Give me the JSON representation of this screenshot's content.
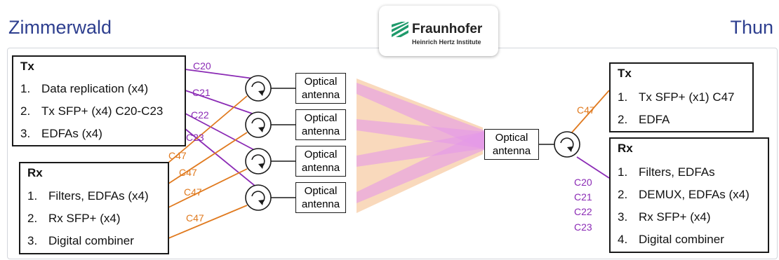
{
  "sites": {
    "left": "Zimmerwald",
    "right": "Thun"
  },
  "logo": {
    "name": "Fraunhofer",
    "subtitle": "Heinrich Hertz Institute"
  },
  "left_tx": {
    "title": "Tx",
    "items": [
      {
        "num": "1.",
        "text": "Data replication (x4)"
      },
      {
        "num": "2.",
        "text": "Tx SFP+ (x4) C20-C23"
      },
      {
        "num": "3.",
        "text": "EDFAs (x4)"
      }
    ]
  },
  "left_rx": {
    "title": "Rx",
    "items": [
      {
        "num": "1.",
        "text": "Filters, EDFAs (x4)"
      },
      {
        "num": "2.",
        "text": "Rx SFP+ (x4)"
      },
      {
        "num": "3.",
        "text": "Digital combiner"
      }
    ]
  },
  "right_tx": {
    "title": "Tx",
    "items": [
      {
        "num": "1.",
        "text": "Tx SFP+ (x1) C47"
      },
      {
        "num": "2.",
        "text": "EDFA"
      }
    ]
  },
  "right_rx": {
    "title": "Rx",
    "items": [
      {
        "num": "1.",
        "text": "Filters, EDFAs"
      },
      {
        "num": "2.",
        "text": "DEMUX, EDFAs (x4)"
      },
      {
        "num": "3.",
        "text": "Rx SFP+ (x4)"
      },
      {
        "num": "4.",
        "text": "Digital combiner"
      }
    ]
  },
  "antenna_label": [
    "Optical",
    "antenna"
  ],
  "channels_tx": [
    "C20",
    "C21",
    "C22",
    "C23"
  ],
  "channel_rx": "C47",
  "colors": {
    "purple": "#8b2bb5",
    "orange": "#e07a1f",
    "beam_orange": "#f6c9a0",
    "beam_pink": "#e59ae8",
    "title_blue": "#2e3f8f",
    "logo_green": "#1f9a6b"
  }
}
